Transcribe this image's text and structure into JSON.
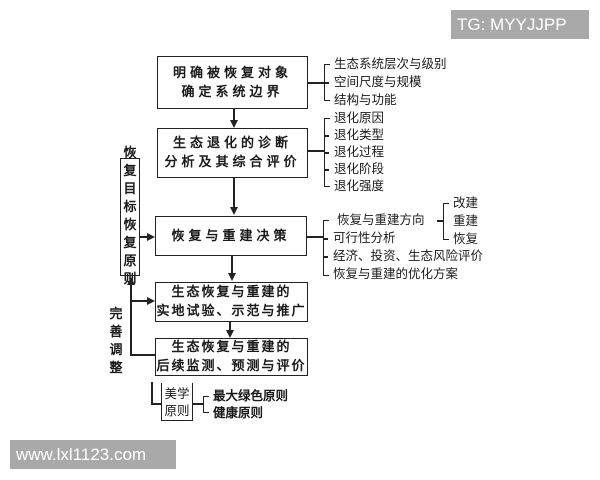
{
  "watermarks": {
    "top_right": "TG: MYYJJPP",
    "bottom_left": "www.lxl1123.com"
  },
  "flow": {
    "step1": {
      "line1": "明确被恢复对象",
      "line2": "确定系统边界"
    },
    "step2": {
      "line1": "生态退化的诊断",
      "line2": "分析及其综合评价"
    },
    "step3": {
      "line1": "恢复与重建决策"
    },
    "step4": {
      "line1": "生态恢复与重建的",
      "line2": "实地试验、示范与推广"
    },
    "step5": {
      "line1": "生态恢复与重建的",
      "line2": "后续监测、预测与评价"
    }
  },
  "step1_details": [
    "生态系统层次与级别",
    "空间尺度与规模",
    "结构与功能"
  ],
  "step2_details": [
    "退化原因",
    "退化类型",
    "退化过程",
    "退化阶段",
    "退化强度"
  ],
  "step3_details": {
    "direction": "恢复与重建方向",
    "direction_options": [
      "改建",
      "重建",
      "恢复"
    ],
    "items": [
      "可行性分析",
      "经济、投资、生态风险评价",
      "恢复与重建的优化方案"
    ]
  },
  "side_box": {
    "text": "恢复目标恢复原则"
  },
  "feedback_label": "完善调整",
  "aesthetic": {
    "label": "美学原则",
    "items": [
      "最大绿色原则",
      "健康原则"
    ]
  }
}
